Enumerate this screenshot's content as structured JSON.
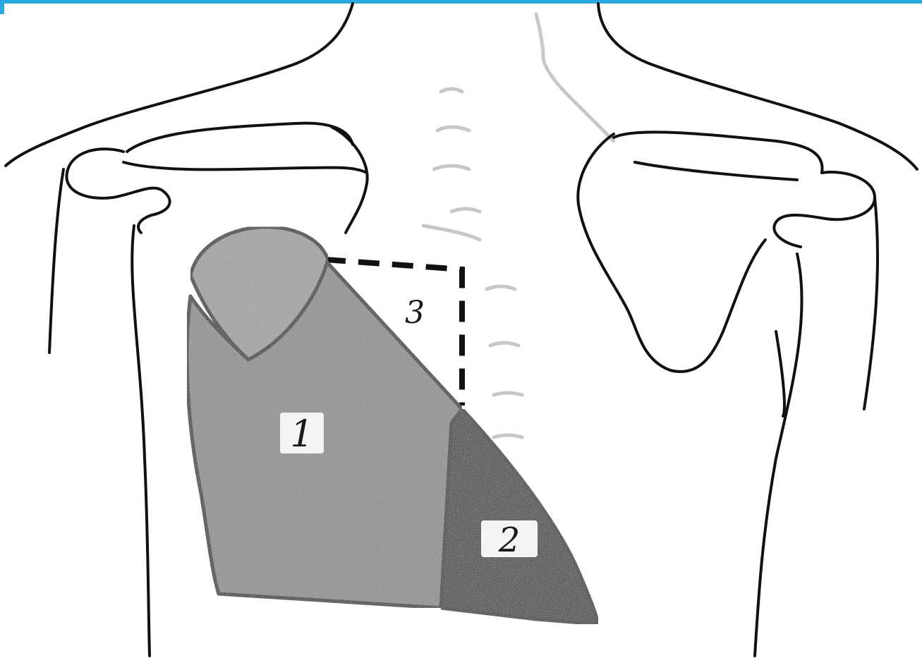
{
  "colors": {
    "frame_accent": "#2aa8e0",
    "outline": "#111111",
    "region_1_fill": "#8c8c8c",
    "region_2_fill": "#2a2a2a",
    "region_top_fill": "#a2a2a2",
    "background": "#ffffff"
  },
  "labels": {
    "region_1": "1",
    "region_2": "2",
    "region_3": "3"
  }
}
